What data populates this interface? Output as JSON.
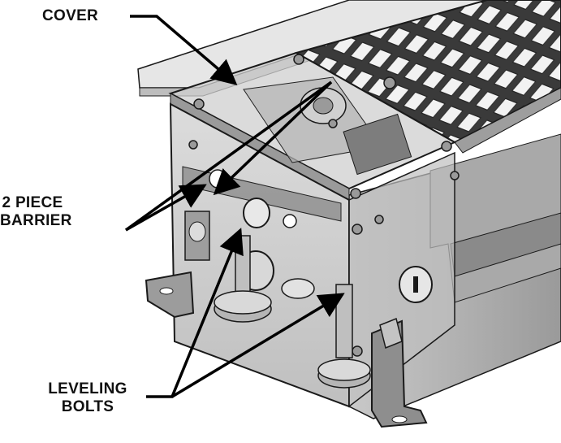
{
  "labels": {
    "cover": "COVER",
    "barrier_line1": "2 PIECE",
    "barrier_line2": "BARRIER",
    "leveling_line1": "LEVELING",
    "leveling_line2": "BOLTS"
  },
  "colors": {
    "background": "#ffffff",
    "metal_light": "#d9d9d9",
    "metal_mid": "#a8a8a8",
    "metal_dark": "#6e6e6e",
    "grille": "#3a3a3a",
    "outline": "#1a1a1a",
    "leader": "#000000"
  },
  "icons": [
    "leader-arrow",
    "bolt-head",
    "foot-bracket"
  ]
}
